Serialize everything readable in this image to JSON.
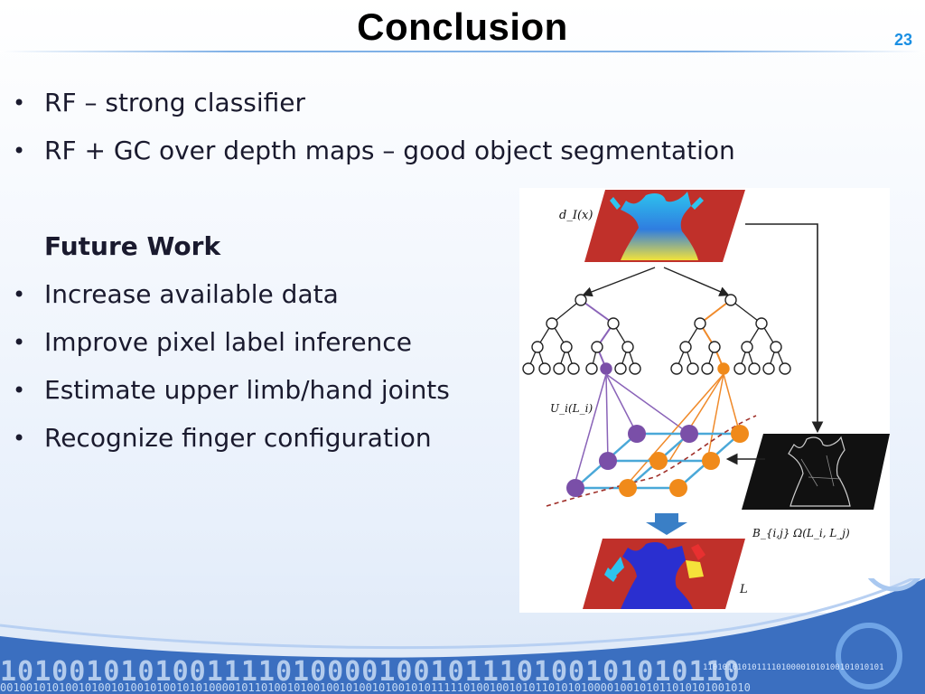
{
  "slide": {
    "title": "Conclusion",
    "page_number": "23"
  },
  "content": {
    "bullets_top": [
      "RF – strong classifier",
      "RF + GC over depth maps – good object segmentation"
    ],
    "future_heading": "Future Work",
    "bullets_future": [
      "Increase available data",
      "Improve pixel label inference",
      "Estimate upper limb/hand joints",
      "Recognize finger configuration"
    ],
    "bullet_glyph": "•"
  },
  "figure": {
    "label_depth": "d_I(x)",
    "label_unary": "U_i(L_i)",
    "label_pairwise": "B_{i,j} Ω(L_i, L_j)",
    "label_output": "L",
    "colors": {
      "tree_path_left": "#8a63b8",
      "tree_path_right": "#f08a2a",
      "grid_line": "#4aa8d8",
      "node_purple": "#7a4fa8",
      "node_orange": "#f08a1a",
      "cut_line": "#a0302a",
      "arrow_down": "#3a7fc6",
      "depth_bg": "#c0302a"
    }
  },
  "decor": {
    "binary_main": "1010010101001111010000100101110100101010110",
    "binary_sub": "0010010101001010010100101001010100001011010010100100101001010010101111101001001010110101010000100101011010101001010",
    "binary_small": "1101010101011110100001010100101010101"
  }
}
